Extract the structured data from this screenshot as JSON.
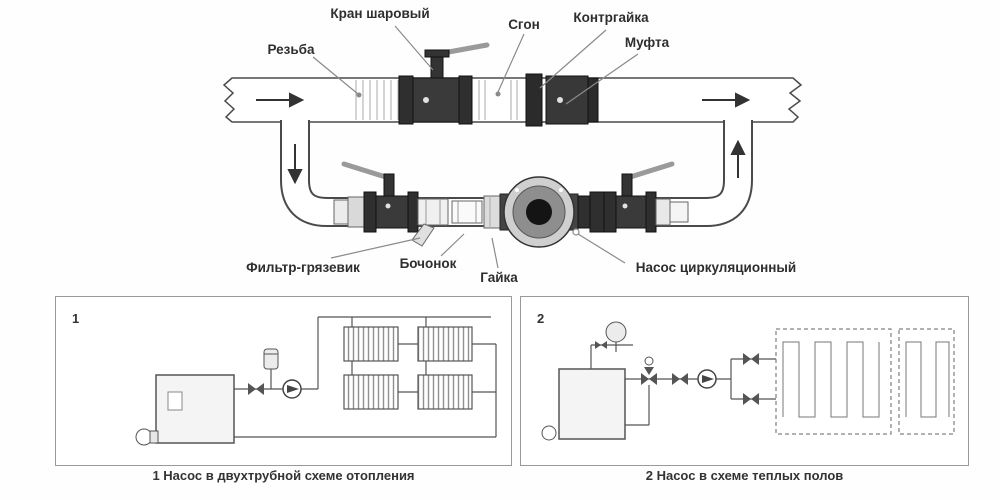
{
  "diagram": {
    "labels": {
      "ball_valve": "Кран шаровый",
      "sgon": "Сгон",
      "locknut": "Контргайка",
      "coupling": "Муфта",
      "thread": "Резьба",
      "filter": "Фильтр-грязевик",
      "barrel": "Бочонок",
      "nut": "Гайка",
      "pump": "Насос циркуляционный"
    }
  },
  "schemes": {
    "one": {
      "number": "1",
      "caption": "1 Насос в двухтрубной схеме отопления"
    },
    "two": {
      "number": "2",
      "caption": "2 Насос в схеме теплых полов"
    }
  },
  "colors": {
    "fitting_dark": "#333333",
    "lever_gray": "#9a9a9a",
    "pipe_outline": "#4a4a4a",
    "label_text": "#2e2e2e",
    "box_border": "#999999"
  }
}
